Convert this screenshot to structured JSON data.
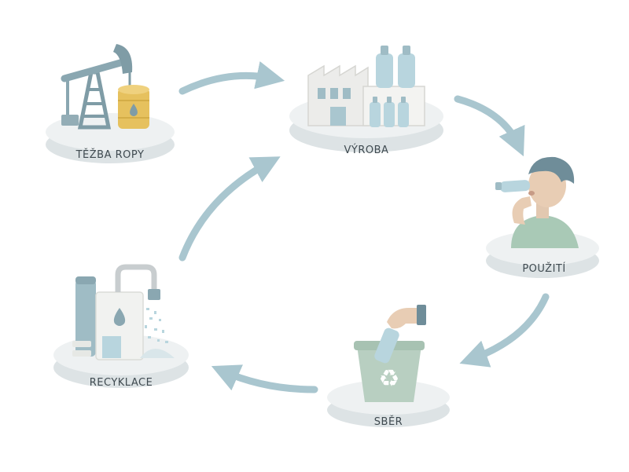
{
  "colors": {
    "background": "#ffffff",
    "arrow": "#a9c6cf",
    "platform_top": "#eef1f2",
    "platform_side": "#dde3e5",
    "steel": "#8aa7b1",
    "oil_barrel": "#e6c15e",
    "bottle": "#b8d5de",
    "factory": "#ececea",
    "shirt": "#a9c9b6",
    "bin": "#b8cfc1",
    "label_text": "#3f4a50"
  },
  "stages": [
    {
      "id": "tezba",
      "label": "TĚŽBA ROPY",
      "icon": "oil-pump-icon"
    },
    {
      "id": "vyroba",
      "label": "VÝROBA",
      "icon": "factory-icon"
    },
    {
      "id": "pouziti",
      "label": "POUŽITÍ",
      "icon": "person-drinking-icon"
    },
    {
      "id": "sber",
      "label": "SBĚR",
      "icon": "recycle-bin-icon"
    },
    {
      "id": "recyklace",
      "label": "RECYKLACE",
      "icon": "recycling-machine-icon"
    }
  ],
  "recycle_symbol": "♻"
}
